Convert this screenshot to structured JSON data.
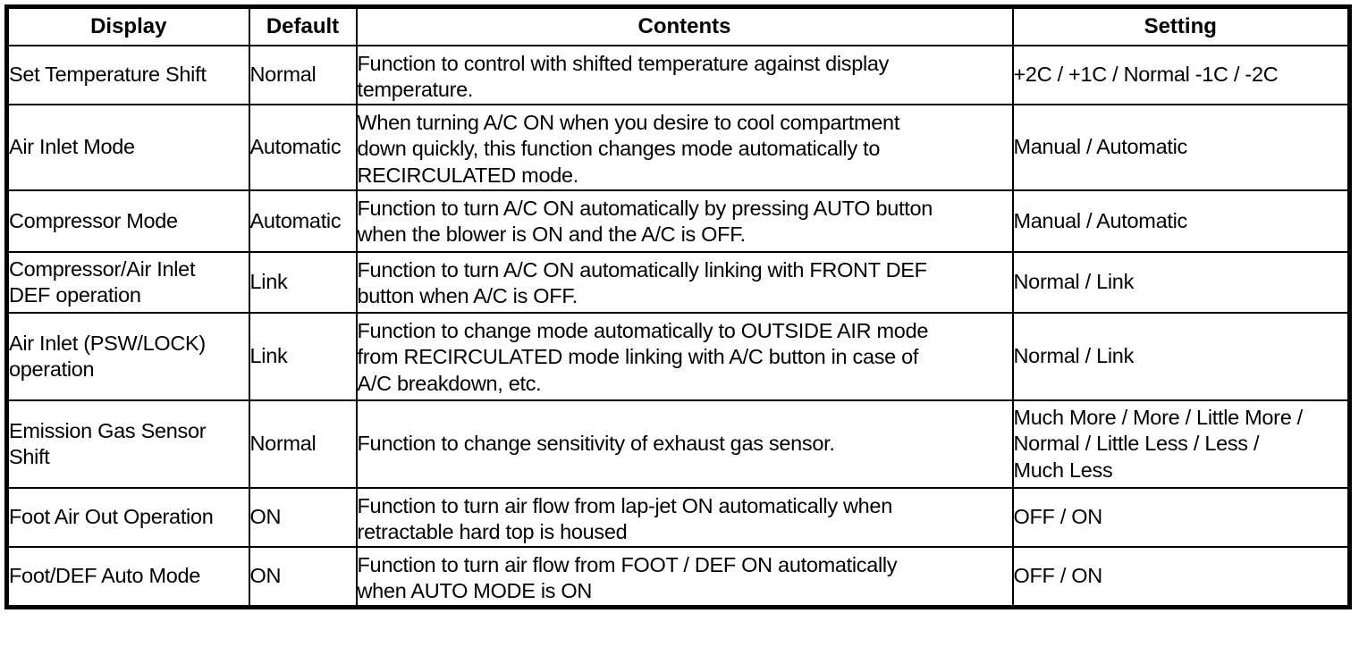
{
  "table": {
    "columns": [
      {
        "key": "display",
        "label": "Display"
      },
      {
        "key": "default",
        "label": "Default"
      },
      {
        "key": "contents",
        "label": "Contents"
      },
      {
        "key": "setting",
        "label": "Setting"
      }
    ],
    "rows": [
      {
        "display": "Set Temperature Shift",
        "display_lines": [
          "Set Temperature Shift"
        ],
        "default": "Normal",
        "contents": "Function to control with shifted temperature against display temperature.",
        "contents_lines": [
          "Function to control with shifted temperature against display",
          "temperature."
        ],
        "setting": "+2C / +1C / Normal -1C / -2C",
        "setting_lines": [
          "+2C / +1C / Normal -1C / -2C"
        ]
      },
      {
        "display": "Air Inlet Mode",
        "display_lines": [
          "Air Inlet Mode"
        ],
        "default": "Automatic",
        "contents": "When turning A/C ON when you desire to cool compartment down quickly, this function changes mode automatically to RECIRCULATED mode.",
        "contents_lines": [
          "When turning A/C ON when you desire to cool compartment",
          "down quickly, this function changes mode automatically to",
          "RECIRCULATED mode."
        ],
        "setting": "Manual / Automatic",
        "setting_lines": [
          "Manual / Automatic"
        ]
      },
      {
        "display": "Compressor Mode",
        "display_lines": [
          "Compressor Mode"
        ],
        "default": "Automatic",
        "contents": "Function to turn A/C ON automatically by pressing AUTO button when the blower is ON and the A/C is OFF.",
        "contents_lines": [
          "Function to turn A/C ON automatically by pressing AUTO button",
          "when the blower is ON and the A/C is OFF."
        ],
        "setting": "Manual / Automatic",
        "setting_lines": [
          "Manual / Automatic"
        ]
      },
      {
        "display": "Compressor/Air Inlet DEF operation",
        "display_lines": [
          "Compressor/Air Inlet",
          "DEF operation"
        ],
        "default": "Link",
        "contents": "Function to turn A/C ON automatically linking with FRONT DEF button when A/C is OFF.",
        "contents_lines": [
          "Function to turn A/C ON automatically linking with FRONT DEF",
          "button when A/C is OFF."
        ],
        "setting": "Normal / Link",
        "setting_lines": [
          "Normal / Link"
        ]
      },
      {
        "display": "Air Inlet (PSW/LOCK) operation",
        "display_lines": [
          "Air Inlet (PSW/LOCK)",
          "operation"
        ],
        "default": "Link",
        "contents": "Function to change mode automatically to OUTSIDE AIR mode from RECIRCULATED mode linking with A/C button in case of A/C breakdown, etc.",
        "contents_lines": [
          "Function to change mode automatically to OUTSIDE AIR mode",
          "from RECIRCULATED mode linking with A/C button in case of",
          "A/C breakdown, etc."
        ],
        "setting": "Normal / Link",
        "setting_lines": [
          "Normal / Link"
        ]
      },
      {
        "display": "Emission Gas Sensor Shift",
        "display_lines": [
          "Emission Gas Sensor",
          "Shift"
        ],
        "default": "Normal",
        "contents": "Function to change sensitivity of exhaust gas sensor.",
        "contents_lines": [
          "Function to change sensitivity of exhaust gas sensor."
        ],
        "setting": "Much More / More / Little More / Normal / Little Less / Less / Much Less",
        "setting_lines": [
          "Much More / More / Little More /",
          "Normal / Little Less / Less /",
          "Much Less"
        ]
      },
      {
        "display": "Foot Air Out Operation",
        "display_lines": [
          "Foot Air Out Operation"
        ],
        "default": "ON",
        "contents": "Function to turn air flow from lap-jet ON automatically when retractable hard top is housed",
        "contents_lines": [
          "Function to turn air flow from lap-jet ON automatically when",
          "retractable hard top is housed"
        ],
        "setting": "OFF / ON",
        "setting_lines": [
          "OFF / ON"
        ]
      },
      {
        "display": "Foot/DEF Auto Mode",
        "display_lines": [
          "Foot/DEF Auto Mode"
        ],
        "default": "ON",
        "contents": "Function to turn air flow from FOOT / DEF ON automatically when AUTO MODE is ON",
        "contents_lines": [
          "Function to turn air flow from FOOT / DEF ON automatically",
          "when AUTO MODE is ON"
        ],
        "setting": "OFF / ON",
        "setting_lines": [
          "OFF / ON"
        ]
      }
    ]
  },
  "colors": {
    "border": "#000000",
    "text": "#000000",
    "background": "#ffffff"
  }
}
